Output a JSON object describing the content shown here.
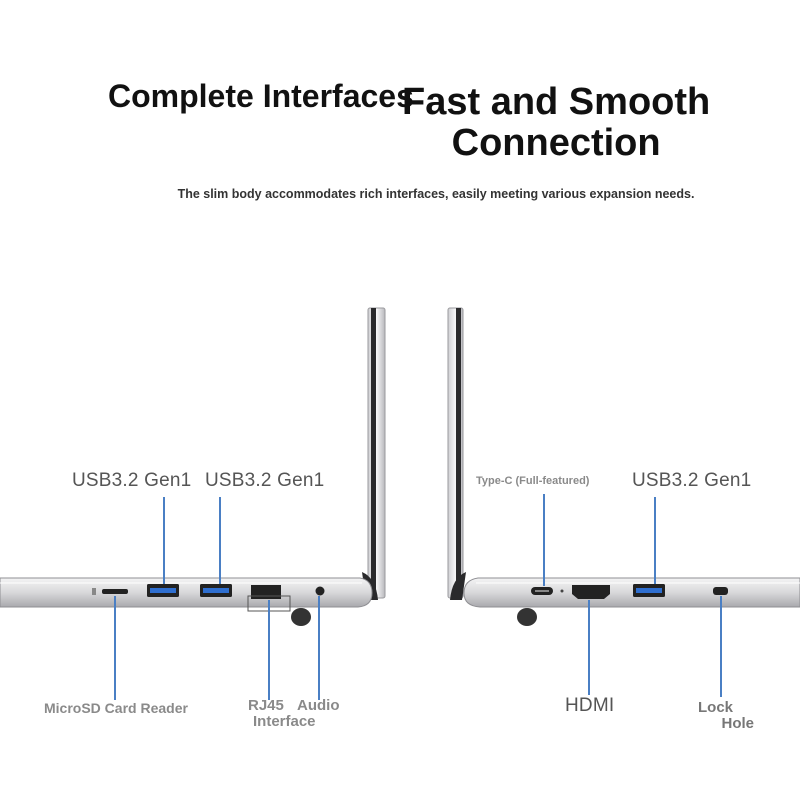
{
  "header": {
    "title_left": "Complete Interfaces",
    "title_right_line1": "Fast and Smooth",
    "title_right_line2": "Connection",
    "subtitle": "The slim body accommodates rich interfaces, easily meeting various expansion needs."
  },
  "left_side": {
    "labels": {
      "usb_a": "USB3.2 Gen1",
      "usb_b": "USB3.2 Gen1",
      "microsd": "MicroSD Card Reader",
      "rj45": "RJ45",
      "audio_line1": "Audio",
      "audio_line2": "Interface"
    }
  },
  "right_side": {
    "labels": {
      "typec": "Type-C (Full-featured)",
      "usb": "USB3.2 Gen1",
      "hdmi": "HDMI",
      "lock_line1": "Lock",
      "lock_line2": "Hole"
    }
  },
  "colors": {
    "callout_line": "#4a7fc4",
    "body_silver": "#d9d9db",
    "usb_blue": "#2f6fd0"
  }
}
